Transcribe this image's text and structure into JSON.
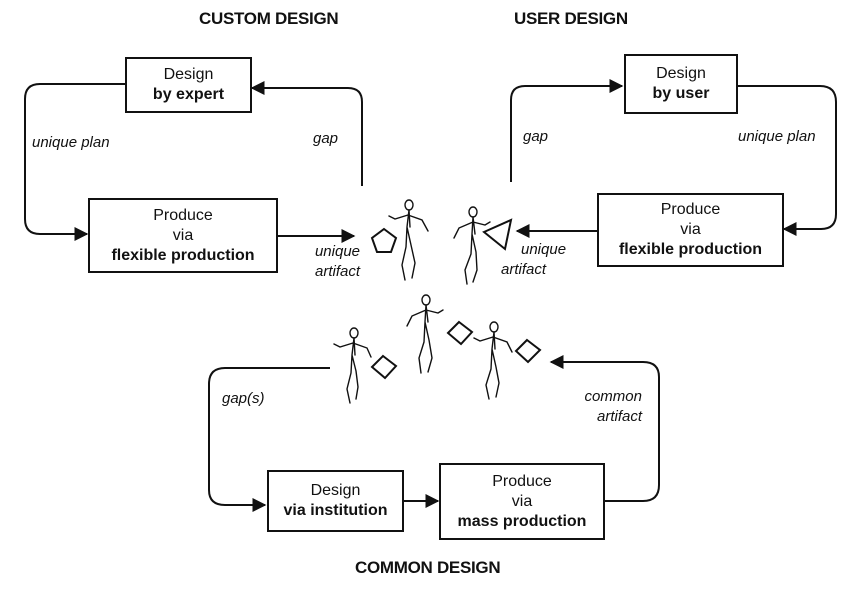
{
  "sections": {
    "custom": {
      "title": "CUSTOM DESIGN"
    },
    "user": {
      "title": "USER DESIGN"
    },
    "common": {
      "title": "COMMON DESIGN"
    }
  },
  "custom": {
    "design_box": {
      "line1": "Design",
      "line2": "by expert"
    },
    "produce_box": {
      "line1": "Produce",
      "line2": "via",
      "line3": "flexible production"
    },
    "labels": {
      "plan": "unique plan",
      "gap": "gap",
      "artifact_line1": "unique",
      "artifact_line2": "artifact"
    }
  },
  "user": {
    "design_box": {
      "line1": "Design",
      "line2": "by user"
    },
    "produce_box": {
      "line1": "Produce",
      "line2": "via",
      "line3": "flexible production"
    },
    "labels": {
      "plan": "unique plan",
      "gap": "gap",
      "artifact_line1": "unique",
      "artifact_line2": "artifact"
    }
  },
  "common": {
    "design_box": {
      "line1": "Design",
      "line2": "via institution"
    },
    "produce_box": {
      "line1": "Produce",
      "line2": "via",
      "line3": "mass production"
    },
    "labels": {
      "gap": "gap(s)",
      "artifact_line1": "common",
      "artifact_line2": "artifact"
    }
  },
  "icons": [
    "pentagon-artifact-icon",
    "triangle-artifact-icon",
    "diamond-artifact-icon",
    "stick-figure-icon"
  ]
}
